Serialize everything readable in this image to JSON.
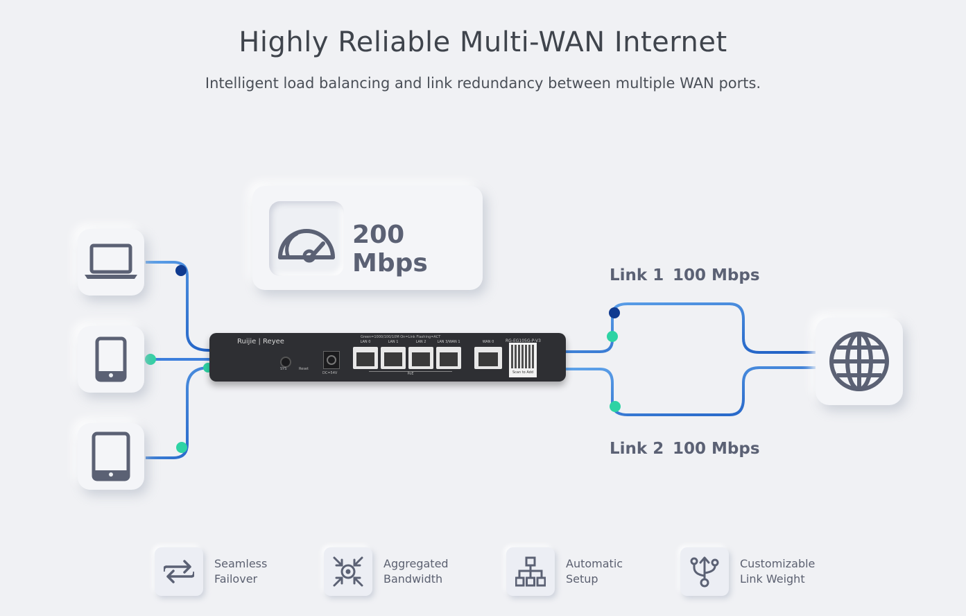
{
  "header": {
    "title": "Highly Reliable Multi-WAN Internet",
    "subtitle": "Intelligent load balancing and link redundancy between multiple WAN ports."
  },
  "speed": {
    "value": "200 Mbps",
    "icon": "speedometer-icon"
  },
  "devices": [
    {
      "name": "laptop",
      "icon": "laptop-icon"
    },
    {
      "name": "phone",
      "icon": "phone-icon"
    },
    {
      "name": "tablet",
      "icon": "tablet-icon"
    }
  ],
  "links": [
    {
      "label": "Link 1",
      "speed": "100 Mbps"
    },
    {
      "label": "Link 2",
      "speed": "100 Mbps"
    }
  ],
  "router": {
    "brand": "Ruijie | Reyee",
    "model": "RG-EG105G-P-V3",
    "legend": "Green=1000/100/10M  On=Link  Flashing=ACT",
    "ports": [
      "LAN 0",
      "LAN 1",
      "LAN 2",
      "LAN 3/WAN 1",
      "WAN 0"
    ],
    "sys": "SYS",
    "reset": "Reset",
    "power": "DC=54V",
    "poe": "PoE",
    "qr_caption": "Scan to Add"
  },
  "internet": {
    "icon": "globe-icon"
  },
  "features": [
    {
      "line1": "Seamless",
      "line2": "Failover",
      "icon": "failover-arrows-icon"
    },
    {
      "line1": "Aggregated",
      "line2": "Bandwidth",
      "icon": "aggregate-icon"
    },
    {
      "line1": "Automatic",
      "line2": "Setup",
      "icon": "hierarchy-icon"
    },
    {
      "line1": "Customizable",
      "line2": "Link Weight",
      "icon": "trident-icon"
    }
  ],
  "colors": {
    "line_light": "#4a90e2",
    "line_dark": "#1f5fc4",
    "dot_navy": "#0f3a8f",
    "dot_green": "#2ed3a4",
    "icon": "#5b6174"
  }
}
